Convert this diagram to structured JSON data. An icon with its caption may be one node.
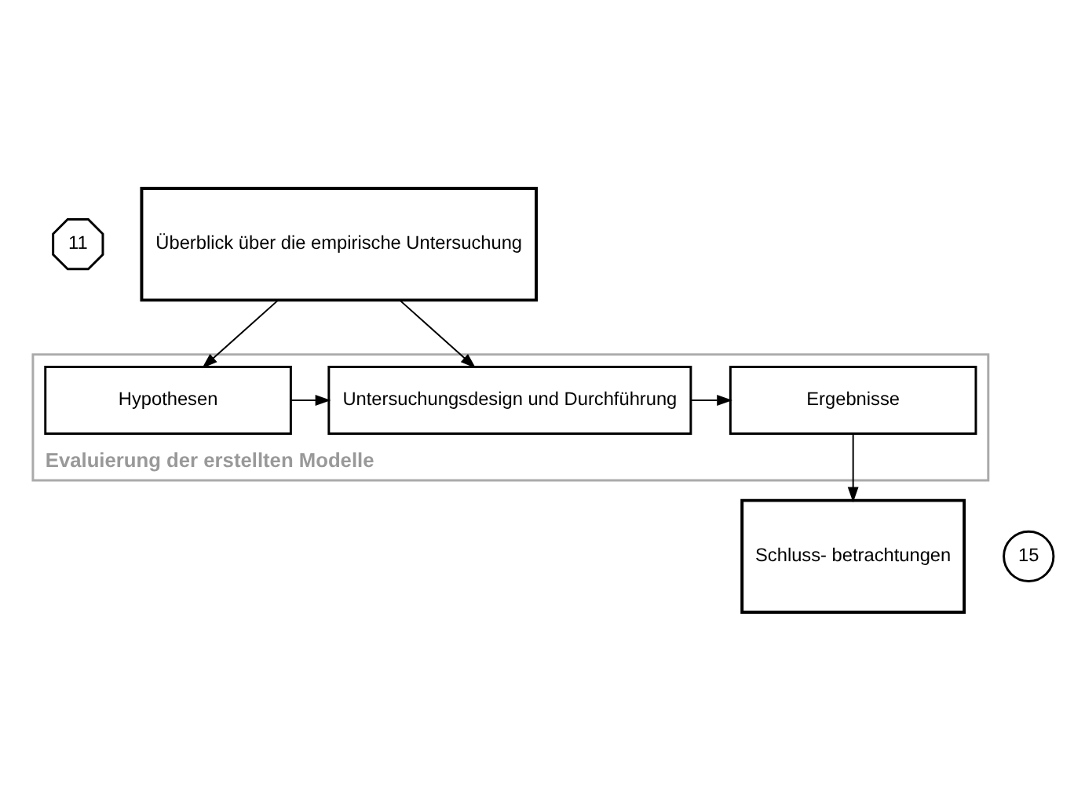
{
  "diagram": {
    "nodes": [
      {
        "text": [
          "11"
        ]
      },
      {
        "text": [
          "Überblick über die empirische Untersuchung"
        ]
      },
      {
        "text": [
          "Evaluierung der erstellten Modelle"
        ]
      },
      {
        "text": [
          "Hypothesen"
        ],
        "in": 2
      },
      {
        "text": [
          "Untersuchungsdesign und Durchführung"
        ],
        "in": 2
      },
      {
        "text": [
          "Ergebnisse"
        ],
        "in": 2
      },
      {
        "text": [
          "15"
        ]
      },
      {
        "text": [
          "Schluss- betrachtungen"
        ]
      }
    ],
    "edges": [
      {
        "from": 1,
        "to": 3,
        "arrow": "to"
      },
      {
        "from": 1,
        "to": 4,
        "arrow": "to"
      },
      {
        "from": 3,
        "to": 4,
        "arrow": "to"
      },
      {
        "from": 4,
        "to": 5,
        "arrow": "to"
      },
      {
        "from": 5,
        "to": 7,
        "arrow": "to"
      }
    ]
  }
}
